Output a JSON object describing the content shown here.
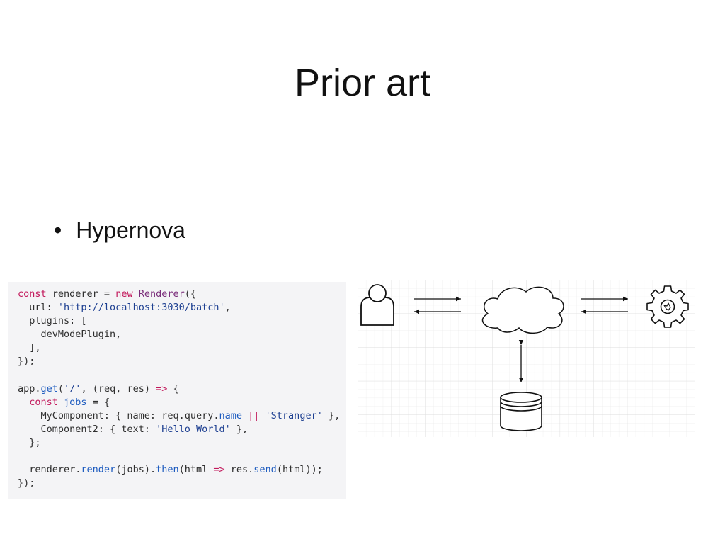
{
  "slide": {
    "title": "Prior art",
    "bullets": [
      {
        "marker": "•",
        "text": "Hypernova"
      }
    ]
  },
  "code_sample": {
    "language": "javascript",
    "lines": [
      "const renderer = new Renderer({",
      "  url: 'http://localhost:3030/batch',",
      "  plugins: [",
      "    devModePlugin,",
      "  ],",
      "});",
      "",
      "app.get('/', (req, res) => {",
      "  const jobs = {",
      "    MyComponent: { name: req.query.name || 'Stranger' },",
      "    Component2: { text: 'Hello World' },",
      "  };",
      "",
      "  renderer.render(jobs).then(html => res.send(html));",
      "});"
    ]
  },
  "diagram": {
    "nodes": [
      {
        "id": "user",
        "icon": "user-icon"
      },
      {
        "id": "cloud",
        "icon": "cloud-icon"
      },
      {
        "id": "service",
        "icon": "gear-icon"
      },
      {
        "id": "database",
        "icon": "database-icon"
      }
    ],
    "edges": [
      {
        "from": "user",
        "to": "cloud",
        "direction": "both"
      },
      {
        "from": "cloud",
        "to": "service",
        "direction": "both"
      },
      {
        "from": "cloud",
        "to": "database",
        "direction": "both"
      }
    ],
    "grid": true
  }
}
